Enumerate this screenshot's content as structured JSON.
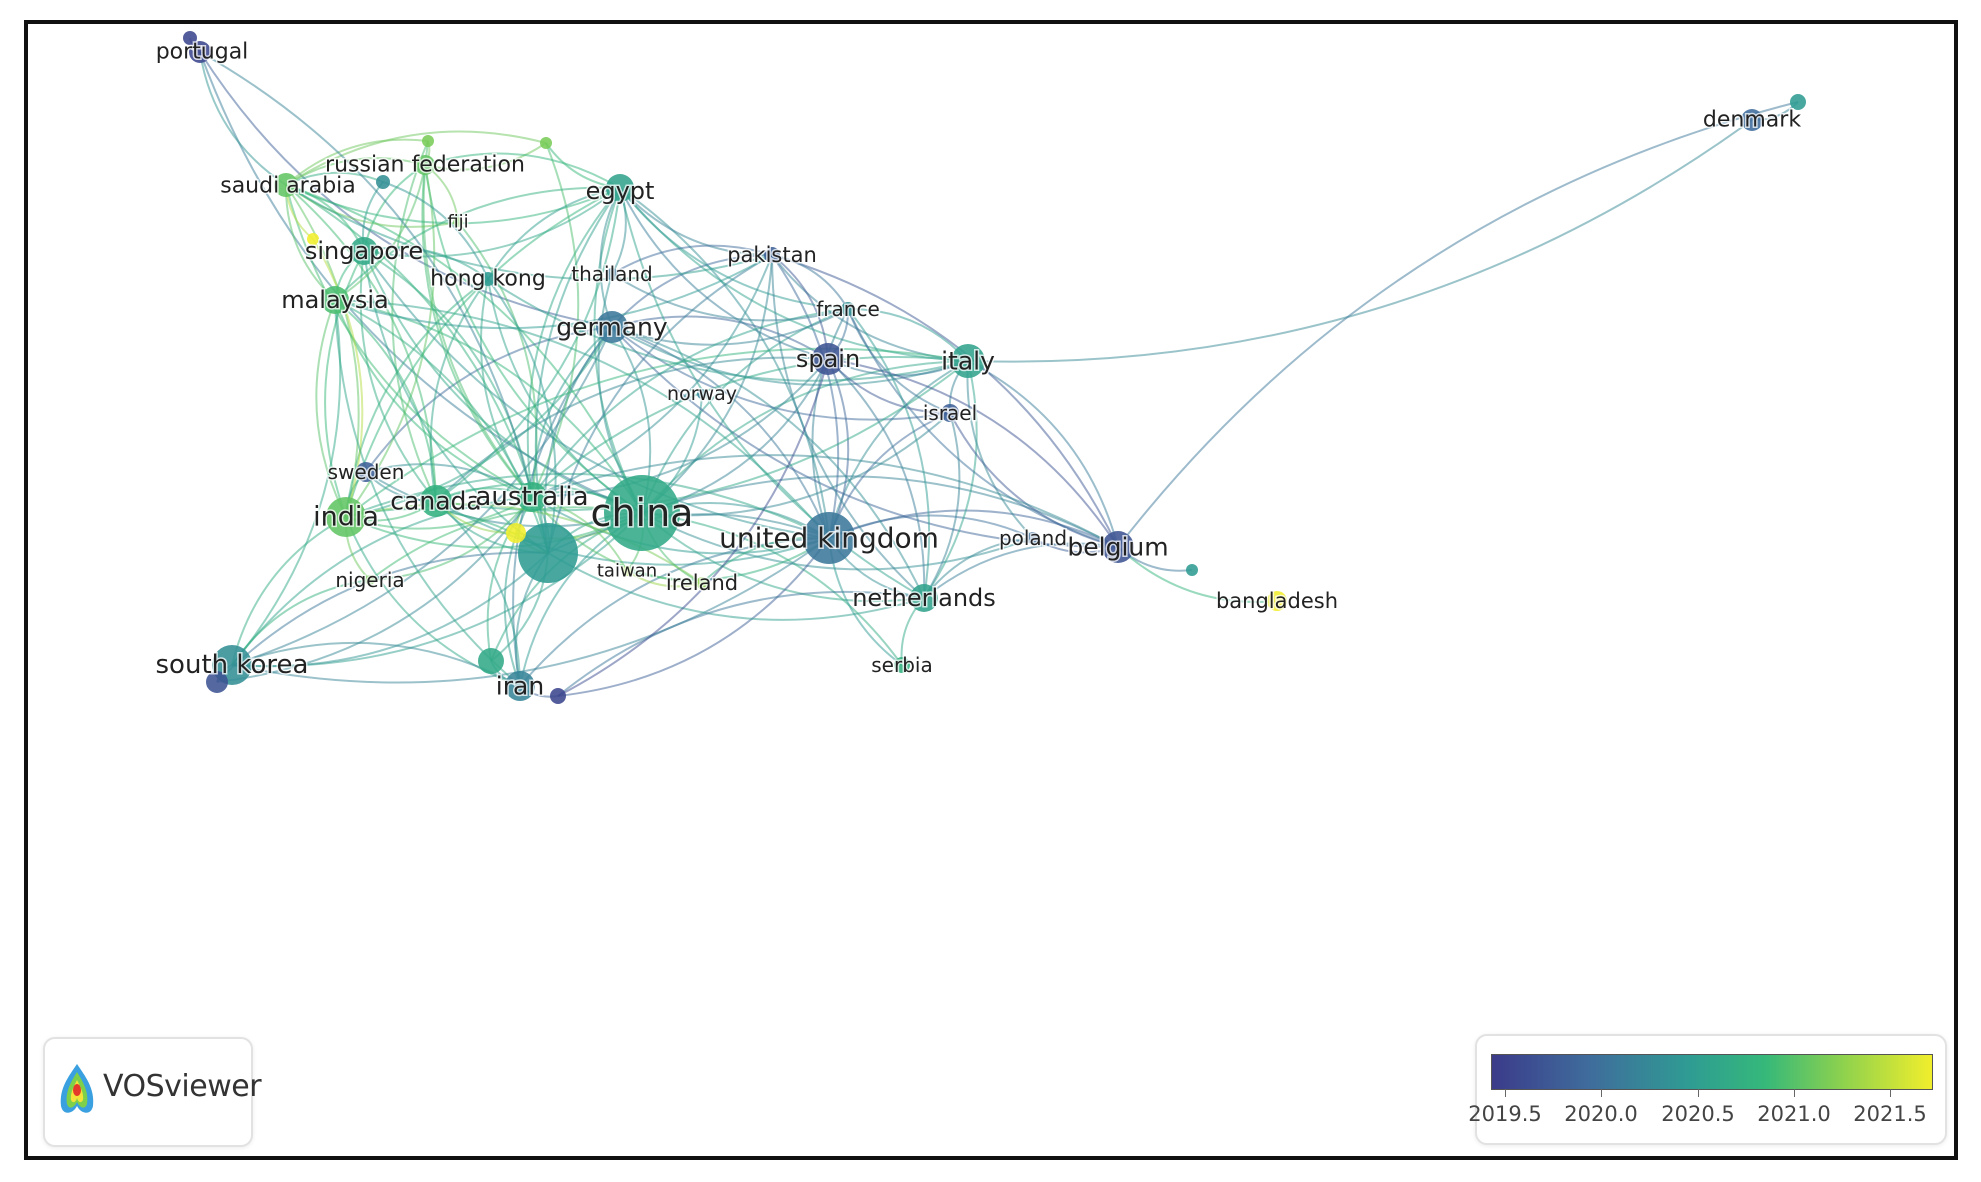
{
  "legend": {
    "ticks": [
      "2019.5",
      "2020.0",
      "2020.5",
      "2021.0",
      "2021.5"
    ],
    "colors": [
      "#3b3b8a",
      "#3f6c9c",
      "#2f9c93",
      "#35b87a",
      "#8fd24d",
      "#f1ee2c"
    ]
  },
  "branding": {
    "app_name": "VOSviewer"
  },
  "nodes": [
    {
      "id": "portugal",
      "label": "portugal",
      "year": 2019.6
    },
    {
      "id": "denmark",
      "label": "denmark",
      "year": 2019.9
    },
    {
      "id": "saudi-arabia",
      "label": "saudi arabia",
      "year": 2020.9
    },
    {
      "id": "russian-federation",
      "label": "russian federation",
      "year": 2020.9
    },
    {
      "id": "egypt",
      "label": "egypt",
      "year": 2020.4
    },
    {
      "id": "fiji",
      "label": "fiji",
      "year": 2021.0
    },
    {
      "id": "singapore",
      "label": "singapore",
      "year": 2020.5
    },
    {
      "id": "hong-kong",
      "label": "hong kong",
      "year": 2020.3
    },
    {
      "id": "thailand",
      "label": "thailand",
      "year": 2020.0
    },
    {
      "id": "pakistan",
      "label": "pakistan",
      "year": 2019.8
    },
    {
      "id": "malaysia",
      "label": "malaysia",
      "year": 2020.8
    },
    {
      "id": "france",
      "label": "france",
      "year": 2020.2
    },
    {
      "id": "germany",
      "label": "germany",
      "year": 2020.0
    },
    {
      "id": "spain",
      "label": "spain",
      "year": 2019.7
    },
    {
      "id": "italy",
      "label": "italy",
      "year": 2020.4
    },
    {
      "id": "norway",
      "label": "norway",
      "year": 2020.1
    },
    {
      "id": "israel",
      "label": "israel",
      "year": 2019.8
    },
    {
      "id": "sweden",
      "label": "sweden",
      "year": 2019.8
    },
    {
      "id": "india",
      "label": "india",
      "year": 2020.9
    },
    {
      "id": "canada",
      "label": "canada",
      "year": 2020.6
    },
    {
      "id": "australia",
      "label": "australia",
      "year": 2020.6
    },
    {
      "id": "china",
      "label": "china",
      "year": 2020.5
    },
    {
      "id": "united-kingdom",
      "label": "united kingdom",
      "year": 2020.0
    },
    {
      "id": "poland",
      "label": "poland",
      "year": 2019.9
    },
    {
      "id": "belgium",
      "label": "belgium",
      "year": 2019.7
    },
    {
      "id": "nigeria",
      "label": "nigeria",
      "year": 2021.0
    },
    {
      "id": "taiwan",
      "label": "taiwan",
      "year": 2021.2
    },
    {
      "id": "ireland",
      "label": "ireland",
      "year": 2021.1
    },
    {
      "id": "netherlands",
      "label": "netherlands",
      "year": 2020.4
    },
    {
      "id": "bangladesh",
      "label": "bangladesh",
      "year": 2021.6
    },
    {
      "id": "south-korea",
      "label": "south korea",
      "year": 2020.2
    },
    {
      "id": "serbia",
      "label": "serbia",
      "year": 2020.6
    },
    {
      "id": "iran",
      "label": "iran",
      "year": 2020.1
    },
    {
      "id": "unlabeled-1",
      "label": "",
      "year": 2020.3
    },
    {
      "id": "unlabeled-2",
      "label": "",
      "year": 2021.6
    },
    {
      "id": "unlabeled-3",
      "label": "",
      "year": 2019.6
    },
    {
      "id": "unlabeled-4",
      "label": "",
      "year": 2021.0
    },
    {
      "id": "unlabeled-5",
      "label": "",
      "year": 2021.0
    },
    {
      "id": "unlabeled-6",
      "label": "",
      "year": 2021.6
    },
    {
      "id": "unlabeled-7",
      "label": "",
      "year": 2020.5
    },
    {
      "id": "unlabeled-8",
      "label": "",
      "year": 2019.7
    },
    {
      "id": "unlabeled-9",
      "label": "",
      "year": 2020.2
    },
    {
      "id": "unlabeled-10",
      "label": "",
      "year": 2020.3
    },
    {
      "id": "unlabeled-11",
      "label": "",
      "year": 2020.3
    },
    {
      "id": "unlabeled-12",
      "label": "",
      "year": 2019.6
    }
  ],
  "links": [
    [
      "china",
      "australia"
    ],
    [
      "china",
      "united-kingdom"
    ],
    [
      "china",
      "germany"
    ],
    [
      "china",
      "india"
    ],
    [
      "china",
      "canada"
    ],
    [
      "china",
      "italy"
    ],
    [
      "china",
      "spain"
    ],
    [
      "china",
      "singapore"
    ],
    [
      "china",
      "malaysia"
    ],
    [
      "china",
      "south-korea"
    ],
    [
      "china",
      "iran"
    ],
    [
      "china",
      "egypt"
    ],
    [
      "china",
      "netherlands"
    ],
    [
      "china",
      "belgium"
    ],
    [
      "china",
      "pakistan"
    ],
    [
      "china",
      "france"
    ],
    [
      "china",
      "saudi-arabia"
    ],
    [
      "china",
      "hong-kong"
    ],
    [
      "china",
      "ireland"
    ],
    [
      "china",
      "taiwan"
    ],
    [
      "china",
      "norway"
    ],
    [
      "china",
      "sweden"
    ],
    [
      "china",
      "nigeria"
    ],
    [
      "china",
      "thailand"
    ],
    [
      "china",
      "israel"
    ],
    [
      "china",
      "russian-federation"
    ],
    [
      "china",
      "poland"
    ],
    [
      "china",
      "portugal"
    ],
    [
      "china",
      "unlabeled-1"
    ],
    [
      "china",
      "unlabeled-2"
    ],
    [
      "china",
      "unlabeled-7"
    ],
    [
      "china",
      "serbia"
    ],
    [
      "united-kingdom",
      "germany"
    ],
    [
      "united-kingdom",
      "italy"
    ],
    [
      "united-kingdom",
      "spain"
    ],
    [
      "united-kingdom",
      "australia"
    ],
    [
      "united-kingdom",
      "india"
    ],
    [
      "united-kingdom",
      "canada"
    ],
    [
      "united-kingdom",
      "netherlands"
    ],
    [
      "united-kingdom",
      "belgium"
    ],
    [
      "united-kingdom",
      "pakistan"
    ],
    [
      "united-kingdom",
      "france"
    ],
    [
      "united-kingdom",
      "egypt"
    ],
    [
      "united-kingdom",
      "south-korea"
    ],
    [
      "united-kingdom",
      "iran"
    ],
    [
      "united-kingdom",
      "israel"
    ],
    [
      "united-kingdom",
      "ireland"
    ],
    [
      "united-kingdom",
      "poland"
    ],
    [
      "united-kingdom",
      "malaysia"
    ],
    [
      "united-kingdom",
      "singapore"
    ],
    [
      "united-kingdom",
      "serbia"
    ],
    [
      "united-kingdom",
      "taiwan"
    ],
    [
      "united-kingdom",
      "unlabeled-1"
    ],
    [
      "united-kingdom",
      "unlabeled-3"
    ],
    [
      "germany",
      "italy"
    ],
    [
      "germany",
      "spain"
    ],
    [
      "germany",
      "france"
    ],
    [
      "germany",
      "pakistan"
    ],
    [
      "germany",
      "australia"
    ],
    [
      "germany",
      "india"
    ],
    [
      "germany",
      "belgium"
    ],
    [
      "germany",
      "netherlands"
    ],
    [
      "germany",
      "sweden"
    ],
    [
      "germany",
      "egypt"
    ],
    [
      "germany",
      "iran"
    ],
    [
      "germany",
      "south-korea"
    ],
    [
      "germany",
      "unlabeled-1"
    ],
    [
      "germany",
      "portugal"
    ],
    [
      "germany",
      "israel"
    ],
    [
      "italy",
      "spain"
    ],
    [
      "italy",
      "france"
    ],
    [
      "italy",
      "belgium"
    ],
    [
      "italy",
      "israel"
    ],
    [
      "italy",
      "netherlands"
    ],
    [
      "italy",
      "denmark"
    ],
    [
      "italy",
      "pakistan"
    ],
    [
      "italy",
      "australia"
    ],
    [
      "italy",
      "egypt"
    ],
    [
      "italy",
      "poland"
    ],
    [
      "italy",
      "canada"
    ],
    [
      "italy",
      "india"
    ],
    [
      "italy",
      "hong-kong"
    ],
    [
      "spain",
      "france"
    ],
    [
      "spain",
      "belgium"
    ],
    [
      "spain",
      "pakistan"
    ],
    [
      "spain",
      "netherlands"
    ],
    [
      "spain",
      "israel"
    ],
    [
      "spain",
      "australia"
    ],
    [
      "spain",
      "canada"
    ],
    [
      "spain",
      "egypt"
    ],
    [
      "belgium",
      "netherlands"
    ],
    [
      "belgium",
      "poland"
    ],
    [
      "belgium",
      "bangladesh"
    ],
    [
      "belgium",
      "israel"
    ],
    [
      "belgium",
      "pakistan"
    ],
    [
      "belgium",
      "france"
    ],
    [
      "belgium",
      "unlabeled-10"
    ],
    [
      "belgium",
      "unlabeled-11"
    ],
    [
      "belgium",
      "australia"
    ],
    [
      "australia",
      "india"
    ],
    [
      "australia",
      "canada"
    ],
    [
      "australia",
      "unlabeled-1"
    ],
    [
      "australia",
      "iran"
    ],
    [
      "australia",
      "malaysia"
    ],
    [
      "australia",
      "singapore"
    ],
    [
      "australia",
      "saudi-arabia"
    ],
    [
      "australia",
      "south-korea"
    ],
    [
      "australia",
      "egypt"
    ],
    [
      "australia",
      "pakistan"
    ],
    [
      "australia",
      "hong-kong"
    ],
    [
      "australia",
      "unlabeled-2"
    ],
    [
      "australia",
      "nigeria"
    ],
    [
      "australia",
      "fiji"
    ],
    [
      "australia",
      "russian-federation"
    ],
    [
      "australia",
      "unlabeled-5"
    ],
    [
      "australia",
      "taiwan"
    ],
    [
      "australia",
      "ireland"
    ],
    [
      "australia",
      "unlabeled-4"
    ],
    [
      "australia",
      "unlabeled-7"
    ],
    [
      "australia",
      "unlabeled-8"
    ],
    [
      "australia",
      "sweden"
    ],
    [
      "australia",
      "france"
    ],
    [
      "india",
      "canada"
    ],
    [
      "india",
      "malaysia"
    ],
    [
      "india",
      "saudi-arabia"
    ],
    [
      "india",
      "singapore"
    ],
    [
      "india",
      "south-korea"
    ],
    [
      "india",
      "sweden"
    ],
    [
      "india",
      "nigeria"
    ],
    [
      "india",
      "unlabeled-1"
    ],
    [
      "india",
      "russian-federation"
    ],
    [
      "india",
      "egypt"
    ],
    [
      "india",
      "iran"
    ],
    [
      "india",
      "hong-kong"
    ],
    [
      "india",
      "unlabeled-6"
    ],
    [
      "india",
      "ireland"
    ],
    [
      "canada",
      "malaysia"
    ],
    [
      "canada",
      "singapore"
    ],
    [
      "canada",
      "unlabeled-1"
    ],
    [
      "canada",
      "iran"
    ],
    [
      "canada",
      "saudi-arabia"
    ],
    [
      "canada",
      "sweden"
    ],
    [
      "canada",
      "egypt"
    ],
    [
      "canada",
      "hong-kong"
    ],
    [
      "canada",
      "unlabeled-2"
    ],
    [
      "canada",
      "unlabeled-4"
    ],
    [
      "unlabeled-1",
      "iran"
    ],
    [
      "unlabeled-1",
      "south-korea"
    ],
    [
      "unlabeled-1",
      "malaysia"
    ],
    [
      "unlabeled-1",
      "singapore"
    ],
    [
      "unlabeled-1",
      "saudi-arabia"
    ],
    [
      "unlabeled-1",
      "unlabeled-7"
    ],
    [
      "unlabeled-1",
      "unlabeled-8"
    ],
    [
      "unlabeled-1",
      "egypt"
    ],
    [
      "unlabeled-1",
      "hong-kong"
    ],
    [
      "unlabeled-1",
      "unlabeled-2"
    ],
    [
      "unlabeled-1",
      "netherlands"
    ],
    [
      "unlabeled-1",
      "pakistan"
    ],
    [
      "saudi-arabia",
      "malaysia"
    ],
    [
      "saudi-arabia",
      "singapore"
    ],
    [
      "saudi-arabia",
      "egypt"
    ],
    [
      "saudi-arabia",
      "russian-federation"
    ],
    [
      "saudi-arabia",
      "fiji"
    ],
    [
      "saudi-arabia",
      "unlabeled-4"
    ],
    [
      "saudi-arabia",
      "unlabeled-6"
    ],
    [
      "saudi-arabia",
      "unlabeled-9"
    ],
    [
      "saudi-arabia",
      "pakistan"
    ],
    [
      "saudi-arabia",
      "unlabeled-5"
    ],
    [
      "russian-federation",
      "unlabeled-4"
    ],
    [
      "russian-federation",
      "fiji"
    ],
    [
      "russian-federation",
      "unlabeled-5"
    ],
    [
      "russian-federation",
      "egypt"
    ],
    [
      "russian-federation",
      "singapore"
    ],
    [
      "russian-federation",
      "malaysia"
    ],
    [
      "singapore",
      "malaysia"
    ],
    [
      "singapore",
      "hong-kong"
    ],
    [
      "singapore",
      "egypt"
    ],
    [
      "singapore",
      "unlabeled-9"
    ],
    [
      "malaysia",
      "iran"
    ],
    [
      "malaysia",
      "egypt"
    ],
    [
      "malaysia",
      "pakistan"
    ],
    [
      "malaysia",
      "south-korea"
    ],
    [
      "egypt",
      "pakistan"
    ],
    [
      "egypt",
      "thailand"
    ],
    [
      "egypt",
      "france"
    ],
    [
      "egypt",
      "unlabeled-5"
    ],
    [
      "egypt",
      "netherlands"
    ],
    [
      "thailand",
      "pakistan"
    ],
    [
      "thailand",
      "france"
    ],
    [
      "pakistan",
      "france"
    ],
    [
      "pakistan",
      "netherlands"
    ],
    [
      "france",
      "netherlands"
    ],
    [
      "france",
      "israel"
    ],
    [
      "israel",
      "netherlands"
    ],
    [
      "netherlands",
      "serbia"
    ],
    [
      "netherlands",
      "poland"
    ],
    [
      "netherlands",
      "unlabeled-3"
    ],
    [
      "portugal",
      "unlabeled-12"
    ],
    [
      "portugal",
      "saudi-arabia"
    ],
    [
      "portugal",
      "australia"
    ],
    [
      "denmark",
      "unlabeled-11"
    ],
    [
      "south-korea",
      "iran"
    ],
    [
      "south-korea",
      "unlabeled-8"
    ],
    [
      "south-korea",
      "nigeria"
    ],
    [
      "iran",
      "unlabeled-3"
    ],
    [
      "iran",
      "unlabeled-7"
    ],
    [
      "unlabeled-3",
      "spain"
    ],
    [
      "ireland",
      "taiwan"
    ],
    [
      "hong-kong",
      "unlabeled-9"
    ],
    [
      "hong-kong",
      "egypt"
    ]
  ]
}
